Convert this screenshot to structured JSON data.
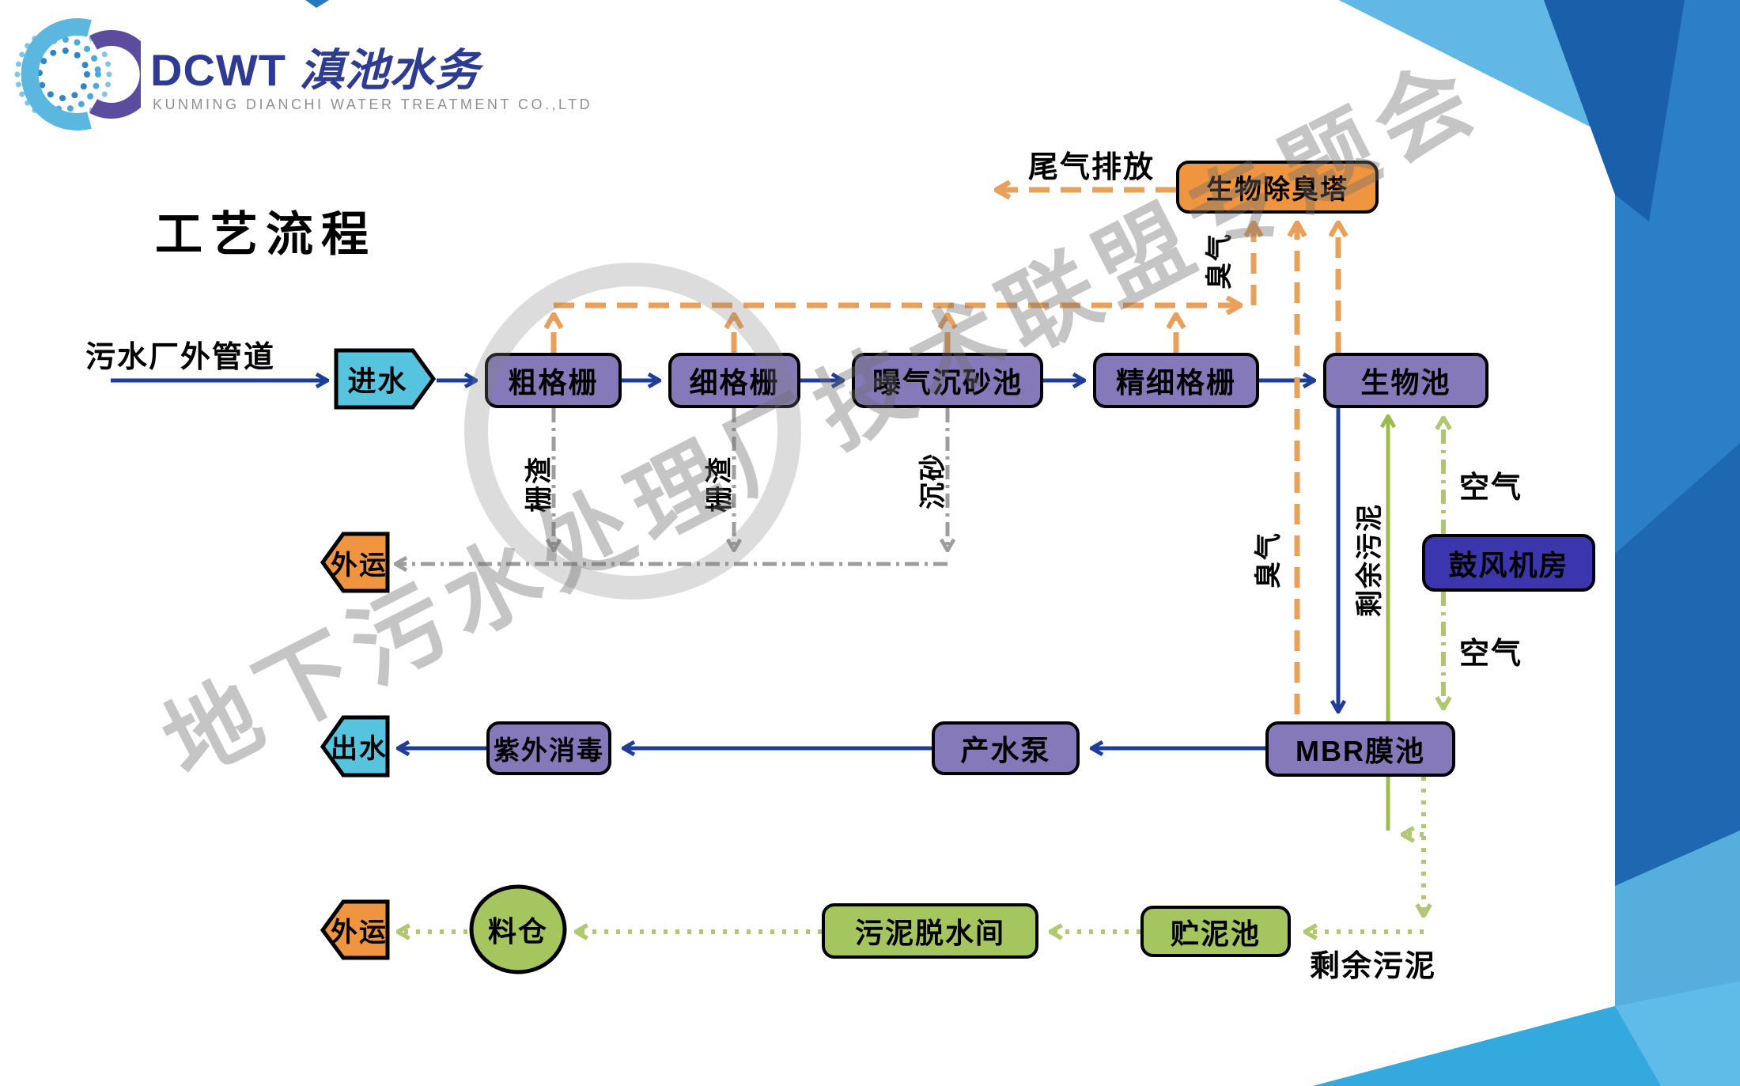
{
  "logo": {
    "brand": "DCWT",
    "brand_cn": "滇池水务",
    "subtitle": "KUNMING DIANCHI WATER TREATMENT CO.,LTD"
  },
  "title": "工艺流程",
  "nodes": {
    "jinshui": {
      "label": "进水"
    },
    "cugeshan": {
      "label": "粗格栅"
    },
    "xigeshan": {
      "label": "细格栅"
    },
    "puqichenshachi": {
      "label": "曝气沉砂池"
    },
    "jingxigeshan": {
      "label": "精细格栅"
    },
    "shengwuchi": {
      "label": "生物池"
    },
    "shengwuchuchouta": {
      "label": "生物除臭塔"
    },
    "gufengjifang": {
      "label": "鼓风机房"
    },
    "chushui": {
      "label": "出水"
    },
    "ziwaixiaodu": {
      "label": "紫外消毒"
    },
    "chanshuibeng": {
      "label": "产水泵"
    },
    "mbr": {
      "label": "MBR膜池"
    },
    "waiyun_top": {
      "label": "外运"
    },
    "waiyun_bottom": {
      "label": "外运"
    },
    "liaocang": {
      "label": "料仓"
    },
    "wunituoshuijian": {
      "label": "污泥脱水间"
    },
    "zhunichi": {
      "label": "贮泥池"
    }
  },
  "labels": {
    "pipe_outside": "污水厂外管道",
    "exhaust": "尾气排放",
    "odor_1": "臭气",
    "odor_2": "臭气",
    "air_1": "空气",
    "air_2": "空气",
    "screenings_1": "栅渣",
    "screenings_2": "栅渣",
    "grit": "沉砂",
    "excess_sludge_vertical": "剩余污泥",
    "excess_sludge_bottom": "剩余污泥"
  },
  "watermark": "地下污水处理厂技术联盟专题会",
  "colors": {
    "purple_box": "#8579BA",
    "orange_box": "#F0953F",
    "royal_box": "#3B35AE",
    "green_box": "#A5C55E",
    "cyan_shape": "#56C3DF",
    "blue_line": "#1C3E97",
    "orange_dash": "#E9A05A",
    "gray_dashdot": "#9D9D9D",
    "green_solid": "#9CBB4E",
    "green_dot": "#AFC871",
    "band_blue": "#2B7FC6"
  }
}
